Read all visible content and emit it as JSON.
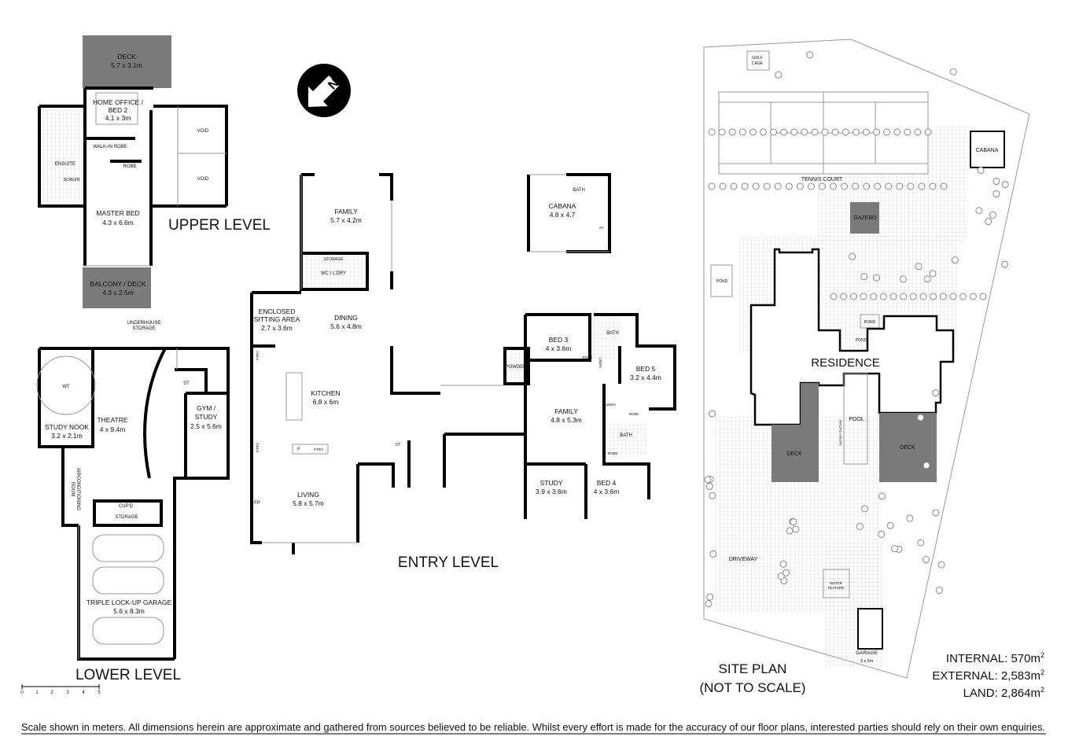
{
  "upper_level": {
    "title": "UPPER LEVEL",
    "deck": {
      "name": "DECK",
      "size": "5.7 x 3.1m"
    },
    "home_office": {
      "line1": "HOME OFFICE /",
      "line2": "BED 2",
      "size": "4.1 x 3m"
    },
    "walk_in_robe": "WALK-IN ROBE",
    "robe": "ROBE",
    "ensuite": "ENSUITE",
    "screen": "SCREEN",
    "master_bed": {
      "name": "MASTER BED",
      "size": "4.3 x 6.6m"
    },
    "void_1": "VOID",
    "void_2": "VOID",
    "balcony": {
      "name": "BALCONY / DECK",
      "size": "4.3 x 2.5m"
    }
  },
  "lower_level": {
    "title": "LOWER LEVEL",
    "underhouse": {
      "line1": "UNDERHOUSE",
      "line2": "STORAGE"
    },
    "wt": "WT",
    "study_nook": {
      "name": "STUDY NOOK",
      "size": "3.2 x 2.1m"
    },
    "theatre": {
      "name": "THEATRE",
      "size": "4 x 9.4m"
    },
    "st": "ST",
    "gym": {
      "line1": "GYM /",
      "line2": "STUDY",
      "size": "2.5 x 5.6m"
    },
    "aircon": {
      "line1": "AIRCONDITIONING",
      "line2": "ROOM"
    },
    "cupd": "CUP'D",
    "storage": "STORAGE",
    "garage": {
      "name": "TRIPLE LOCK-UP GARAGE",
      "size": "5.6 x 8.3m"
    }
  },
  "scale_bar": {
    "ticks": [
      "0",
      "1",
      "2",
      "3",
      "4",
      "5"
    ]
  },
  "entry_level": {
    "title": "ENTRY LEVEL",
    "family_north": {
      "name": "FAMILY",
      "size": "5.7 x 4.2m"
    },
    "storage": "STORAGE",
    "wc_ldry": "WC / L'DRY",
    "sitting": {
      "line1": "ENCLOSED",
      "line2": "SITTING AREA",
      "size": "2.7 x 3.6m"
    },
    "dining": {
      "name": "DINING",
      "size": "5.6 x 4.8m"
    },
    "kitchen": {
      "name": "KITCHEN",
      "size": "6.8 x 6m"
    },
    "ptry_1": "PTRY",
    "ptry_2": "PTRY",
    "ptry_3": "PTRY",
    "fridge": "F",
    "living": {
      "name": "LIVING",
      "size": "5.8 x 5.7m"
    },
    "fp": "FP",
    "st": "ST",
    "powder": "POWDER",
    "bed3": {
      "name": "BED 3",
      "size": "4 x 3.6m"
    },
    "bath_1": "BATH",
    "robe_1": "ROBE",
    "linen_1": "LINEN",
    "bed5": {
      "name": "BED 5",
      "size": "3.2 x 4.4m"
    },
    "linen_2": "LINEN",
    "robe_2": "ROBE",
    "family": {
      "name": "FAMILY",
      "size": "4.8 x 5.3m"
    },
    "bath_2": "BATH",
    "robe_3": "ROBE",
    "study": {
      "name": "STUDY",
      "size": "3.9 x 3.6m"
    },
    "bed4": {
      "name": "BED 4",
      "size": "4 x 3.6m"
    },
    "cabana": {
      "name": "CABANA",
      "size": "4.8 x 4.7",
      "bath": "BATH",
      "st": "ST"
    }
  },
  "north_arrow": {
    "label": "N"
  },
  "site_plan": {
    "title": "SITE PLAN",
    "subtitle": "(NOT TO SCALE)",
    "golf_cage": {
      "line1": "GOLF",
      "line2": "CAGE"
    },
    "tennis_court": "TENNIS COURT",
    "cabana": "CABANA",
    "gazebo": "GAZEBO",
    "pond_1": "POND",
    "pond_2": "POND",
    "pond_3": "POND",
    "residence": "RESIDENCE",
    "pool": "POOL",
    "water_feature_1": "WATER FEATURE",
    "deck_1": "DECK",
    "deck_2": "DECK",
    "driveway": "DRIVEWAY",
    "water_feature_2": {
      "line1": "WATER",
      "line2": "FEATURE"
    },
    "garage": {
      "name": "GARAGE",
      "size": "3 x 5m"
    }
  },
  "areas": {
    "internal": {
      "label": "INTERNAL:",
      "value": "570m",
      "sup": "2"
    },
    "external": {
      "label": "EXTERNAL:",
      "value": "2,583m",
      "sup": "2"
    },
    "land": {
      "label": "LAND:",
      "value": "2,864m",
      "sup": "2"
    }
  },
  "disclaimer": "Scale shown in meters. All dimensions herein are approximate and gathered from sources believed to be  reliable. Whilst every effort is made for the accuracy of our floor plans, interested parties should rely on their own enquiries.",
  "colors": {
    "deck": "#7a7a7a",
    "wall": "#000000",
    "paving": "#c8c8c8"
  }
}
